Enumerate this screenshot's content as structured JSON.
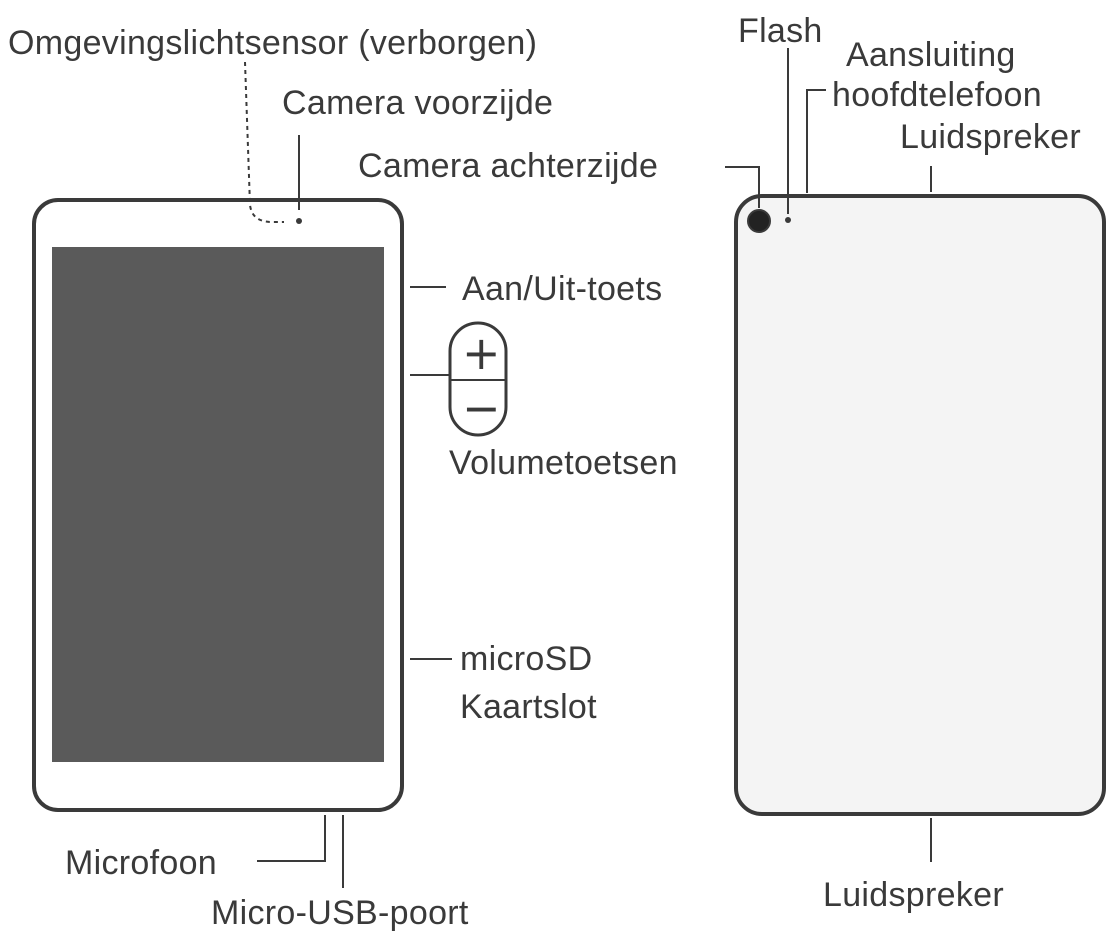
{
  "front": {
    "ambient_sensor": "Omgevingslichtsensor (verborgen)",
    "front_camera": "Camera voorzijde",
    "power_key": "Aan/Uit-toets",
    "volume_plus": "+",
    "volume_minus": "−",
    "volume_keys": "Volumetoetsen",
    "microsd_line1": "microSD",
    "microsd_line2": "Kaartslot",
    "microphone": "Microfoon",
    "micro_usb": "Micro-USB-poort"
  },
  "back": {
    "flash": "Flash",
    "headphone_line1": "Aansluiting",
    "headphone_line2": "hoofdtelefoon",
    "speaker_top": "Luidspreker",
    "rear_camera": "Camera achterzijde",
    "speaker_bottom": "Luidspreker"
  },
  "colors": {
    "outline": "#3a3a3a",
    "screen": "#5a5a5a",
    "device_back": "#f4f4f4"
  }
}
